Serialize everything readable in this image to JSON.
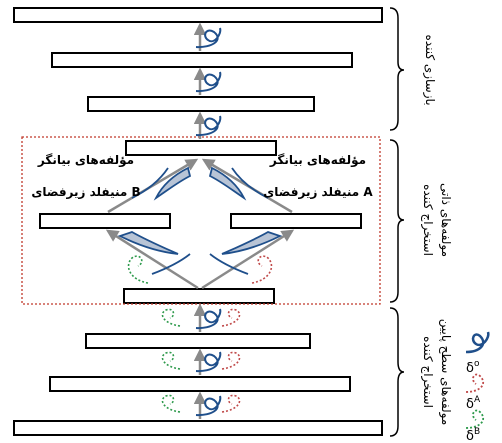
{
  "sections": {
    "reconstructor": "بازسازی کننده",
    "intrinsic_extractor_line1": "استخراج کننده",
    "intrinsic_extractor_line2": "مولفه‌های ذاتی",
    "low_level_extractor_line1": "استخراج کننده",
    "low_level_extractor_line2": "مولفه‌های سطح پایین"
  },
  "manifold_labels": {
    "right_line1": "مؤلفه‌های بیانگر",
    "right_line2": "منیفلد زیرفضای A",
    "left_line1": "مؤلفه‌های بیانگر",
    "left_line2": "منیفلد زیرفضای B"
  },
  "legend": {
    "o": "δ",
    "o_sup": "o",
    "a": "δ",
    "a_sup": "A",
    "b": "δ",
    "b_sup": "B"
  },
  "colors": {
    "blue": "#1f4f8b",
    "red": "#c04a4a",
    "green": "#2e9a4c",
    "gray_arrow": "#8a8a8a",
    "dotted_box": "#c0392b"
  }
}
